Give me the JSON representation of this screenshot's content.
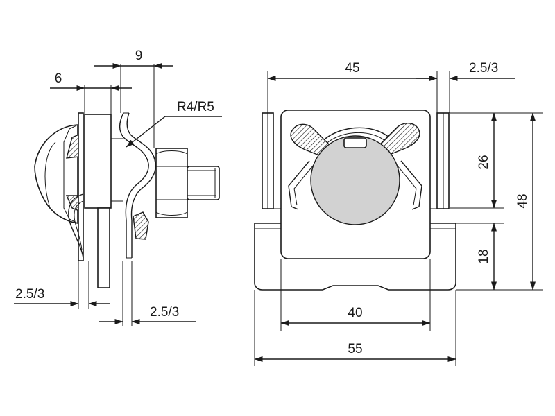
{
  "side_view": {
    "dims": {
      "top_width": "9",
      "plate_gap": "6",
      "radius": "R4/R5",
      "thickness_left": "2.5/3",
      "thickness_right": "2.5/3"
    }
  },
  "front_view": {
    "dims": {
      "top_width": "45",
      "top_thickness": "2.5/3",
      "upper_height": "26",
      "total_height": "48",
      "lower_height": "18",
      "inner_width": "40",
      "total_width": "55"
    }
  }
}
